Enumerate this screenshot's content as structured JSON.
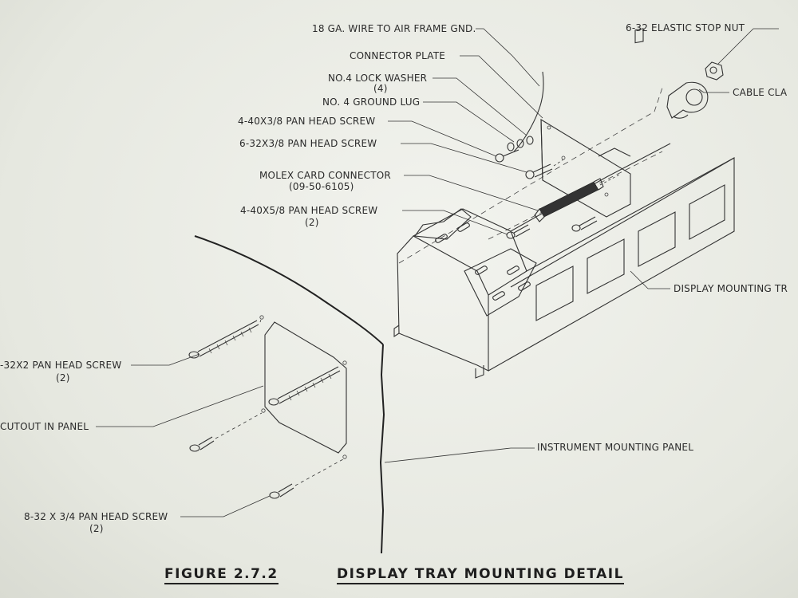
{
  "labels": {
    "wire_gnd": "18 GA. WIRE TO AIR FRAME GND.",
    "connector_plate": "CONNECTOR PLATE",
    "lock_washer": "NO.4 LOCK WASHER",
    "lock_washer_qty": "(4)",
    "ground_lug": "NO. 4 GROUND LUG",
    "screw_440_38": "4-40X3/8 PAN HEAD SCREW",
    "screw_632_38": "6-32X3/8 PAN HEAD SCREW",
    "molex": "MOLEX CARD CONNECTOR",
    "molex_part": "(09-50-6105)",
    "screw_440_58": "4-40X5/8 PAN HEAD SCREW",
    "screw_440_58_qty": "(2)",
    "stop_nut": "6-32 ELASTIC STOP NUT",
    "cable_clamp": "CABLE CLA",
    "display_tray": "DISPLAY MOUNTING TR",
    "screw_832_2": "-32X2 PAN HEAD SCREW",
    "screw_832_2_qty": "(2)",
    "cutout": "CUTOUT IN PANEL",
    "instrument_panel": "INSTRUMENT MOUNTING PANEL",
    "screw_832_34": "8-32 X 3/4 PAN HEAD SCREW",
    "screw_832_34_qty": "(2)"
  },
  "figure": {
    "number": "FIGURE 2.7.2",
    "title": "DISPLAY TRAY MOUNTING DETAIL"
  }
}
